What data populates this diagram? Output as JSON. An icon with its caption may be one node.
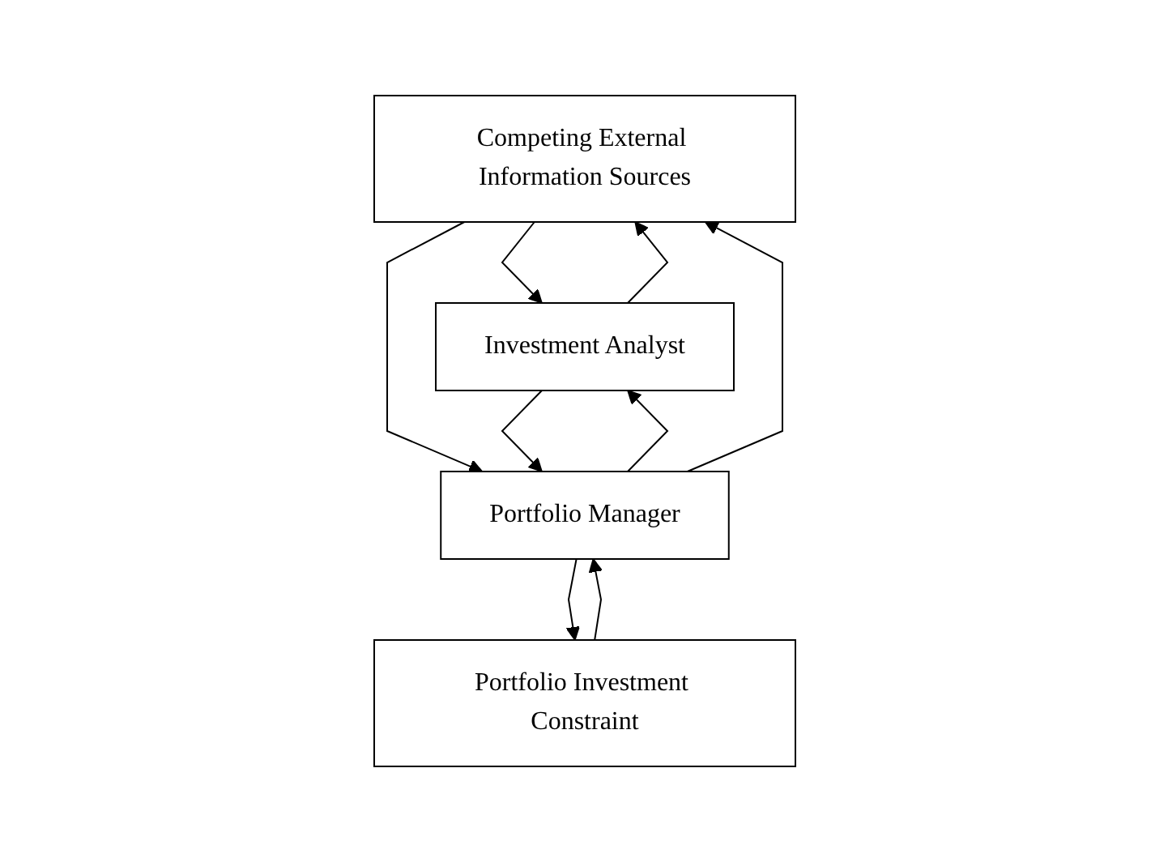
{
  "diagram": {
    "nodes": [
      {
        "text": [
          "Competing External Information Sources"
        ]
      },
      {
        "text": [
          "Investment Analyst"
        ]
      },
      {
        "text": [
          "Portfolio Manager"
        ]
      },
      {
        "text": [
          "Portfolio Investment Constraint"
        ]
      }
    ],
    "edges": [
      {
        "from": 0,
        "to": 1,
        "arrow": "to"
      },
      {
        "from": 0,
        "to": 2,
        "arrow": "to"
      },
      {
        "from": 1,
        "to": 2,
        "arrow": "to"
      },
      {
        "from": 2,
        "to": 1,
        "arrow": "to"
      },
      {
        "from": 1,
        "to": 0,
        "arrow": "to"
      },
      {
        "from": 2,
        "to": 0,
        "arrow": "to"
      },
      {
        "from": 2,
        "to": 3,
        "arrow": "to"
      },
      {
        "from": 3,
        "to": 2,
        "arrow": "to"
      }
    ]
  }
}
